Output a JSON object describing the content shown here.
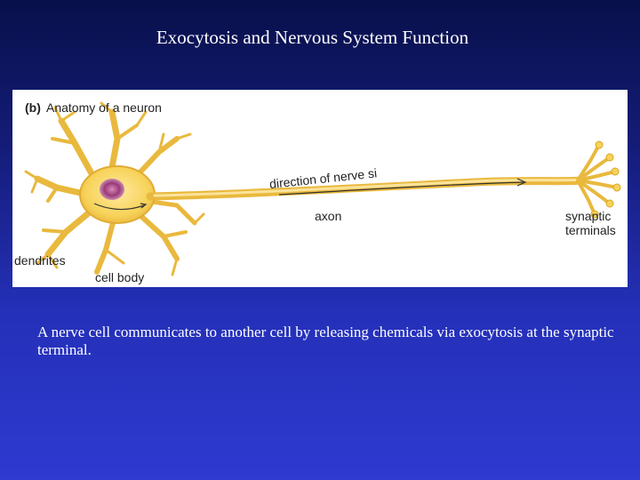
{
  "slide": {
    "title": "Exocytosis and Nervous System Function",
    "caption": "A nerve cell communicates to another cell by releasing chemicals via exocytosis at the synaptic terminal."
  },
  "figure": {
    "panel_letter": "(b)",
    "heading": "Anatomy of a neuron",
    "labels": {
      "direction": "direction of nerve si",
      "axon": "axon",
      "synaptic_line1": "synaptic",
      "synaptic_line2": "terminals",
      "dendrites": "dendrites",
      "cell_body": "cell body"
    }
  },
  "colors": {
    "neuron_fill": "#f7d35a",
    "neuron_edge": "#d9a32a",
    "nucleus": "#9a3a78",
    "panel_bg": "#ffffff",
    "text_white": "#ffffff"
  }
}
